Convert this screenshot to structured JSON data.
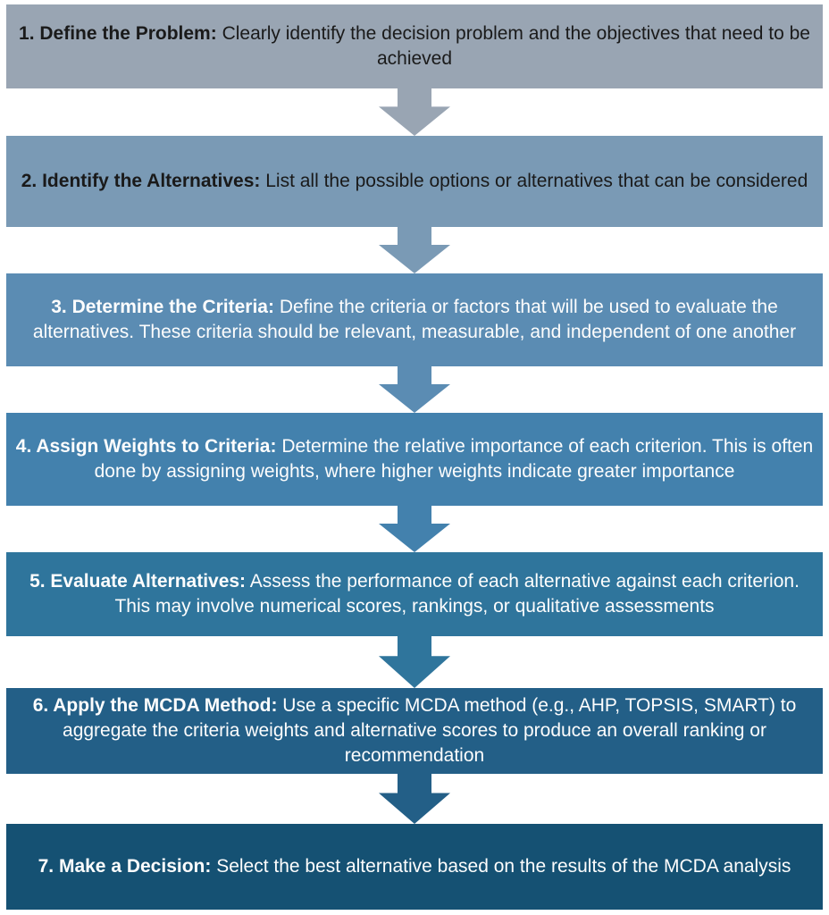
{
  "flowchart": {
    "name": "MCDA process steps",
    "steps": [
      {
        "heading": "1. Define the Problem:",
        "body": "Clearly identify the decision problem and the objectives that need to be achieved",
        "band_color": "#99a5b3",
        "text_color": "#1a1a1a"
      },
      {
        "heading": "2. Identify the Alternatives:",
        "body": "List all the possible options or alternatives that can be considered",
        "band_color": "#7a9ab5",
        "text_color": "#1a1a1a"
      },
      {
        "heading": "3. Determine the Criteria:",
        "body": "Define the criteria or factors that will be used to evaluate the alternatives. These criteria should be relevant, measurable, and independent of one another",
        "band_color": "#5b8cb3",
        "text_color": "#fdfdfd"
      },
      {
        "heading": "4. Assign Weights to Criteria:",
        "body": "Determine the relative importance of each criterion. This is often done by assigning weights, where higher weights indicate greater importance",
        "band_color": "#4381ad",
        "text_color": "#fdfdfd"
      },
      {
        "heading": "5. Evaluate Alternatives:",
        "body": "Assess the performance of each alternative against each criterion. This may involve numerical scores, rankings, or qualitative assessments",
        "band_color": "#2f759c",
        "text_color": "#fdfdfd"
      },
      {
        "heading": "6. Apply the MCDA Method:",
        "body": "Use a specific MCDA method (e.g., AHP, TOPSIS, SMART) to aggregate the criteria weights and alternative scores to produce an overall ranking or recommendation",
        "band_color": "#235f87",
        "text_color": "#fdfdfd"
      },
      {
        "heading": "7. Make a Decision:",
        "body": "Select the best alternative based on the results of the MCDA analysis",
        "band_color": "#155173",
        "text_color": "#fdfdfd"
      }
    ]
  }
}
